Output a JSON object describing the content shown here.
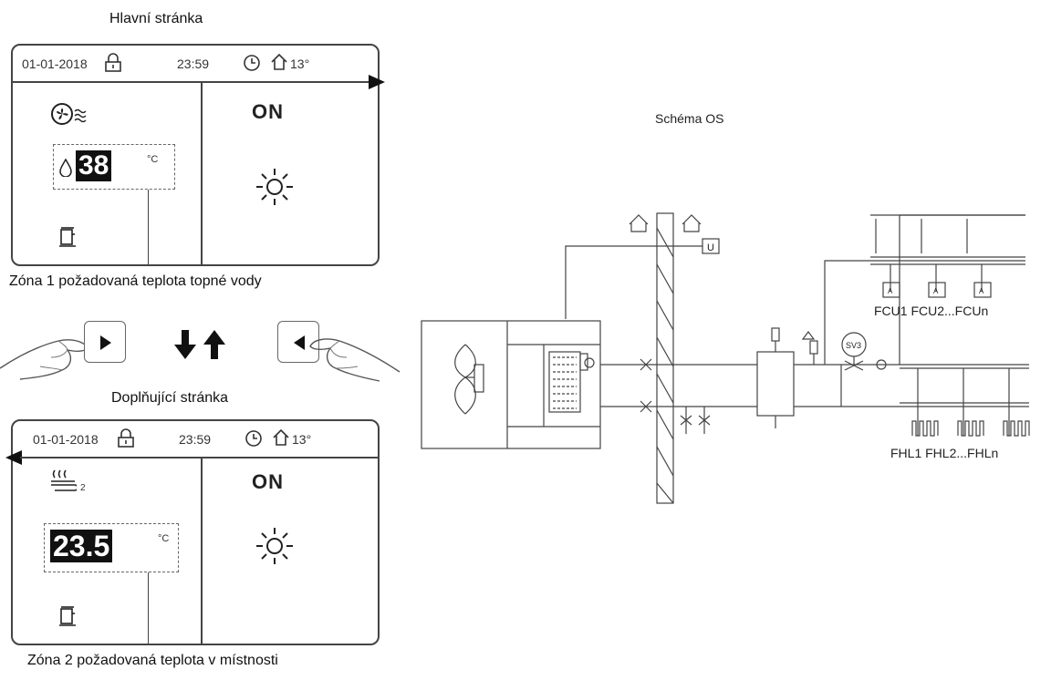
{
  "main_page": {
    "caption": "Hlavní stránka",
    "date": "01-01-2018",
    "time": "23:59",
    "outdoor_temp": "13°",
    "mode_state": "ON",
    "setpoint_value": "38",
    "setpoint_unit": "°C",
    "footer_caption": "Zóna 1 požadovaná teplota topné vody"
  },
  "sub_page": {
    "caption": "Doplňující stránka",
    "date": "01-01-2018",
    "time": "23:59",
    "outdoor_temp": "13°",
    "zone_index": "2",
    "mode_state": "ON",
    "setpoint_value": "23.5",
    "setpoint_unit": "°C",
    "footer_caption": "Zóna 2 požadovaná teplota v místnosti"
  },
  "schema": {
    "title": "Schéma OS",
    "thermostat_label": "U",
    "valve_label": "SV3",
    "fcu_terminal_label": "A",
    "fcu_labels": "FCU1 FCU2...FCUn",
    "fhl_labels": "FHL1 FHL2...FHLn"
  }
}
